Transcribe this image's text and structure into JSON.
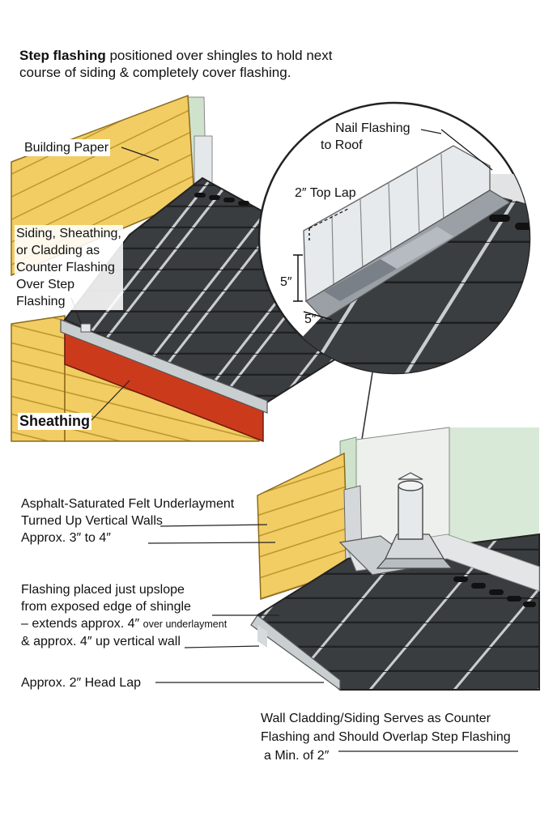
{
  "title": {
    "bold": "Step flashing",
    "rest": " positioned over shingles to hold next",
    "line2": "course of siding & completely cover flashing."
  },
  "labels": {
    "building_paper": "Building Paper",
    "siding": [
      "Siding, Sheathing,",
      "or Cladding as",
      "Counter Flashing",
      "Over Step",
      "Flashing"
    ],
    "sheathing": "Sheathing",
    "nail_flashing": [
      "Nail Flashing",
      "to Roof"
    ],
    "top_lap": "2″ Top Lap",
    "dim_vertical": "5″",
    "dim_horizontal": "5″",
    "felt": [
      "Asphalt-Saturated Felt Underlayment",
      "Turned Up Vertical Walls",
      "Approx. 3″ to 4″"
    ],
    "flashing_placed": {
      "line1": "Flashing placed just upslope",
      "line2": "from exposed edge of shingle",
      "line3a": "– extends approx. 4″ ",
      "line3b": "over underlayment",
      "line4a": "& approx. 4″ ",
      "line4b": "up vertical wall"
    },
    "head_lap": "Approx. 2″ Head Lap",
    "wall_cladding": [
      "Wall Cladding/Siding Serves as Counter",
      "Flashing and Should Overlap Step Flashing",
      "a Min. of 2″"
    ]
  },
  "colors": {
    "siding": "#f3cf63",
    "sheathing": "#cc3a1c",
    "shingle": "#3a3d40",
    "flashing": "#c9ced1",
    "wall": "#d7e8d7"
  }
}
